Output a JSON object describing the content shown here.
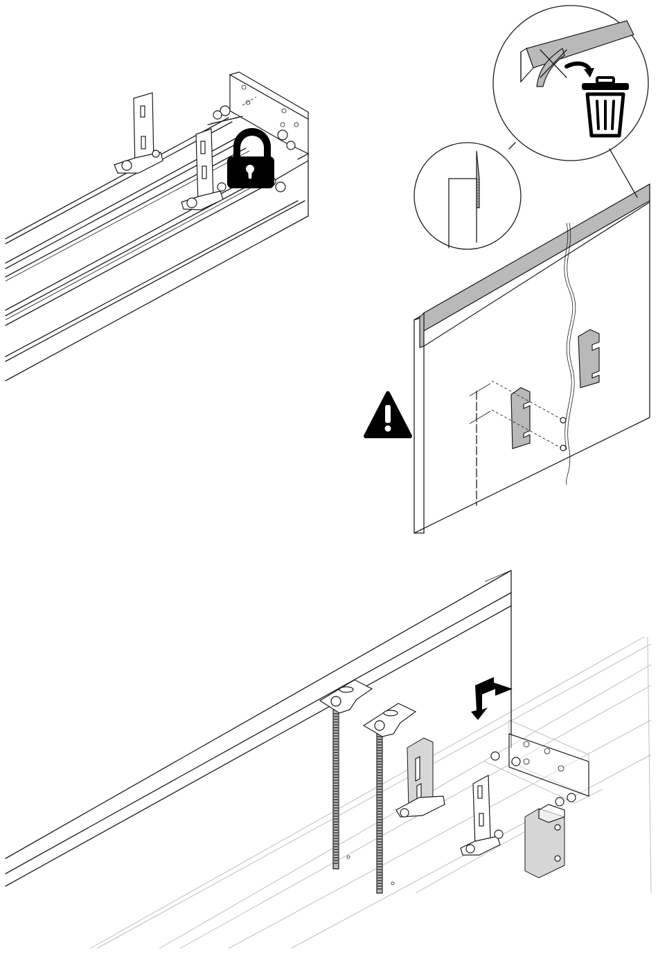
{
  "figure": {
    "panels": [
      {
        "name": "top-rail-locked-assembly",
        "icon": "padlock-icon"
      },
      {
        "name": "door-panel-with-hanger-brackets",
        "icon": "warning-icon",
        "detail": "peel-protective-film-detail",
        "disposal_icon": "trash-bin-icon"
      },
      {
        "name": "bottom-hang-door-on-rail",
        "icon": "lift-and-lower-arrow-icon"
      }
    ],
    "colors": {
      "line": "#1a1a1a",
      "part_fill": "#b9b9b9",
      "faint": "#bdbdbd",
      "icon": "#000000"
    }
  }
}
